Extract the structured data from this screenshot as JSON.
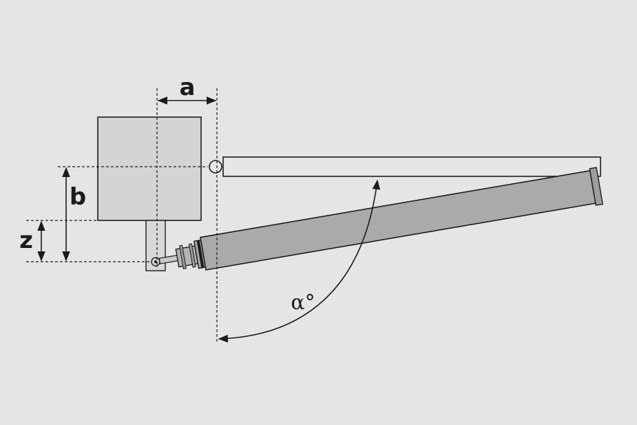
{
  "labels": {
    "a": "a",
    "b": "b",
    "z": "z",
    "angle": "α°"
  },
  "colors": {
    "background": "#e5e5e5",
    "pillar": "#d4d4d4",
    "gate": "#e6e6e6",
    "actuator": "#aaaaaa",
    "ink": "#1b1b1b"
  }
}
